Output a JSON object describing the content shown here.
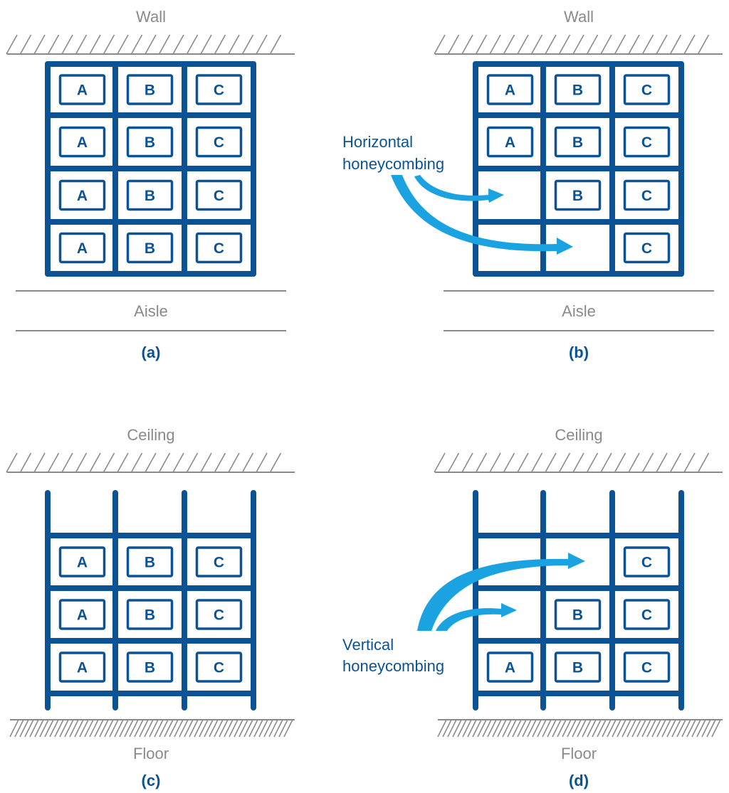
{
  "colors": {
    "rack": "#0b5394",
    "arrow": "#1aa3e0",
    "surface": "#8a8a8a"
  },
  "panels": [
    {
      "id": "a",
      "caption": "(a)",
      "top_label": "Wall",
      "bottom_label": "Aisle",
      "top_kind": "wall",
      "bottom_kind": "aisle",
      "grid": [
        [
          "A",
          "B",
          "C"
        ],
        [
          "A",
          "B",
          "C"
        ],
        [
          "A",
          "B",
          "C"
        ],
        [
          "A",
          "B",
          "C"
        ]
      ]
    },
    {
      "id": "b",
      "caption": "(b)",
      "top_label": "Wall",
      "bottom_label": "Aisle",
      "top_kind": "wall",
      "bottom_kind": "aisle",
      "note": [
        "Horizontal",
        "honeycombing"
      ],
      "grid": [
        [
          "A",
          "B",
          "C"
        ],
        [
          "A",
          "B",
          "C"
        ],
        [
          "",
          "B",
          "C"
        ],
        [
          "",
          "",
          "C"
        ]
      ]
    },
    {
      "id": "c",
      "caption": "(c)",
      "top_label": "Ceiling",
      "bottom_label": "Floor",
      "top_kind": "ceiling",
      "bottom_kind": "floor",
      "grid": [
        [
          "A",
          "B",
          "C"
        ],
        [
          "A",
          "B",
          "C"
        ],
        [
          "A",
          "B",
          "C"
        ]
      ]
    },
    {
      "id": "d",
      "caption": "(d)",
      "top_label": "Ceiling",
      "bottom_label": "Floor",
      "top_kind": "ceiling",
      "bottom_kind": "floor",
      "note": [
        "Vertical",
        "honeycombing"
      ],
      "grid": [
        [
          "",
          "",
          "C"
        ],
        [
          "",
          "B",
          "C"
        ],
        [
          "A",
          "B",
          "C"
        ]
      ]
    }
  ]
}
